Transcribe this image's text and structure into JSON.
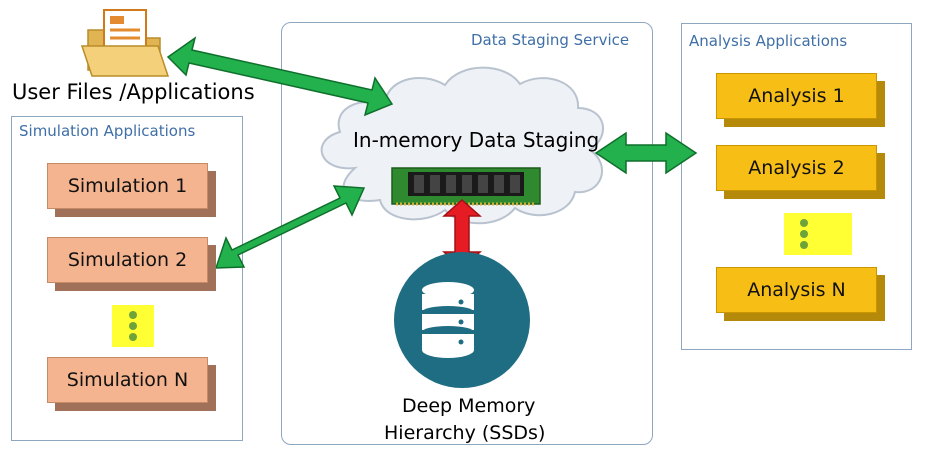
{
  "user_files": {
    "label": "User Files /Applications"
  },
  "simulation_panel": {
    "title": "Simulation Applications",
    "items": [
      "Simulation 1",
      "Simulation 2",
      "Simulation N"
    ]
  },
  "staging_panel": {
    "title": "Data Staging Service",
    "cloud_label": "In-memory Data Staging",
    "storage_label_line1": "Deep Memory",
    "storage_label_line2": "Hierarchy (SSDs)"
  },
  "analysis_panel": {
    "title": "Analysis Applications",
    "items": [
      "Analysis 1",
      "Analysis 2",
      "Analysis N"
    ]
  },
  "colors": {
    "arrow_green": "#22b14c",
    "arrow_red": "#e51c23",
    "simulation_block": "#f3b48f",
    "analysis_block": "#f7be16",
    "database_icon": "#1f6d83"
  }
}
